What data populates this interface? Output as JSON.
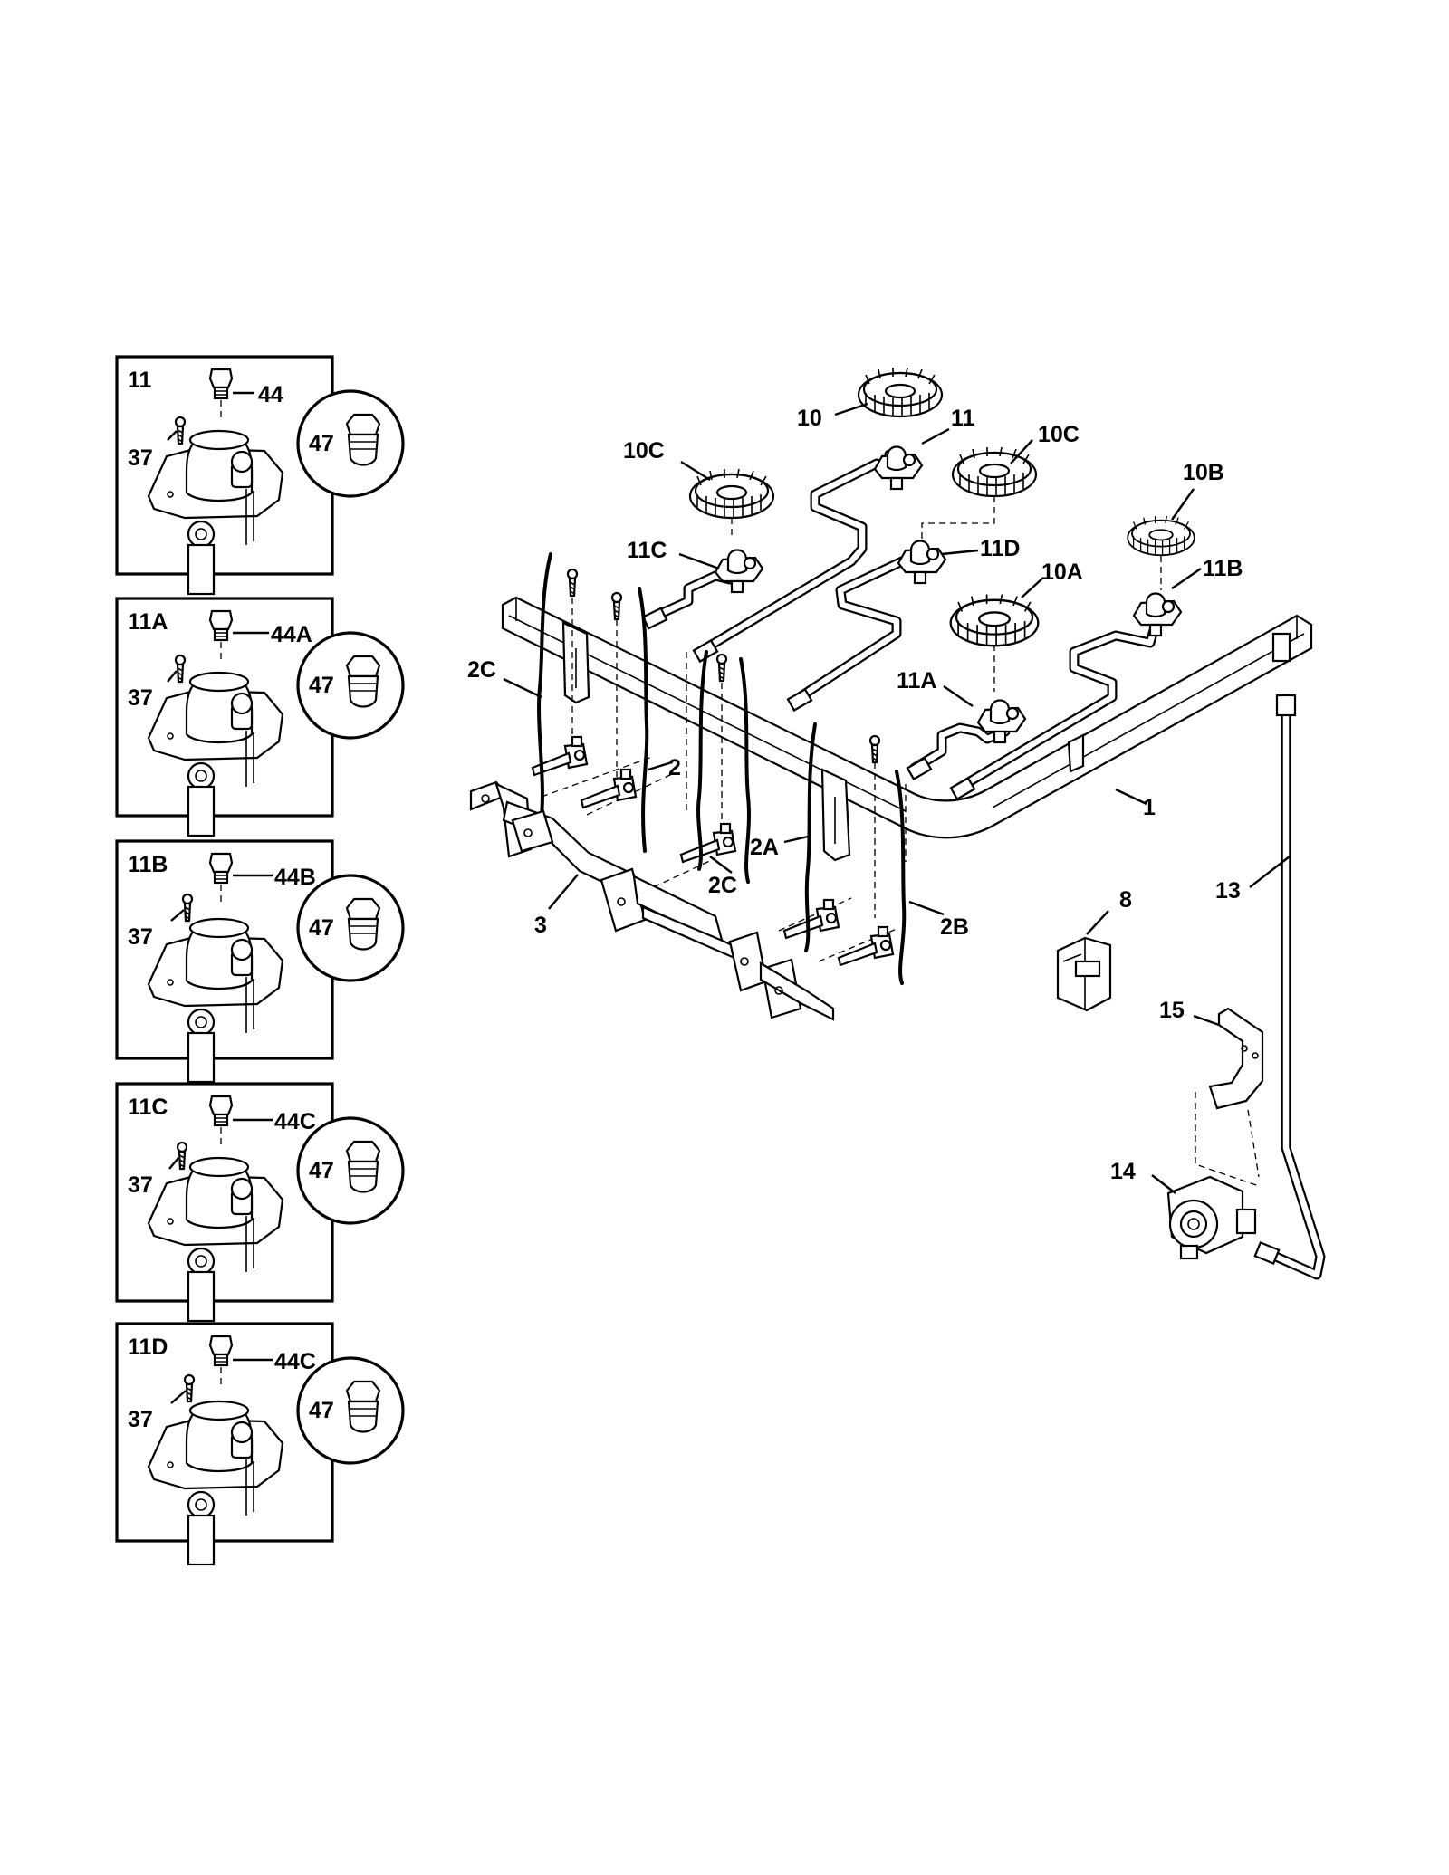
{
  "insets": [
    {
      "title": "11",
      "screw": "44",
      "screw37": "37",
      "orifice": "47"
    },
    {
      "title": "11A",
      "screw": "44A",
      "screw37": "37",
      "orifice": "47"
    },
    {
      "title": "11B",
      "screw": "44B",
      "screw37": "37",
      "orifice": "47"
    },
    {
      "title": "11C",
      "screw": "44C",
      "screw37": "37",
      "orifice": "47"
    },
    {
      "title": "11D",
      "screw": "44C",
      "screw37": "37",
      "orifice": "47"
    }
  ],
  "callouts": {
    "c10": "10",
    "c11": "11",
    "c10c_left": "10C",
    "c10c_right": "10C",
    "c10b": "10B",
    "c11c": "11C",
    "c11d": "11D",
    "c10a": "10A",
    "c11b": "11B",
    "c11a": "11A",
    "c2c_left": "2C",
    "c2": "2",
    "c2a": "2A",
    "c2c_mid": "2C",
    "c2b": "2B",
    "c1": "1",
    "c3": "3",
    "c8": "8",
    "c13": "13",
    "c15": "15",
    "c14": "14"
  }
}
